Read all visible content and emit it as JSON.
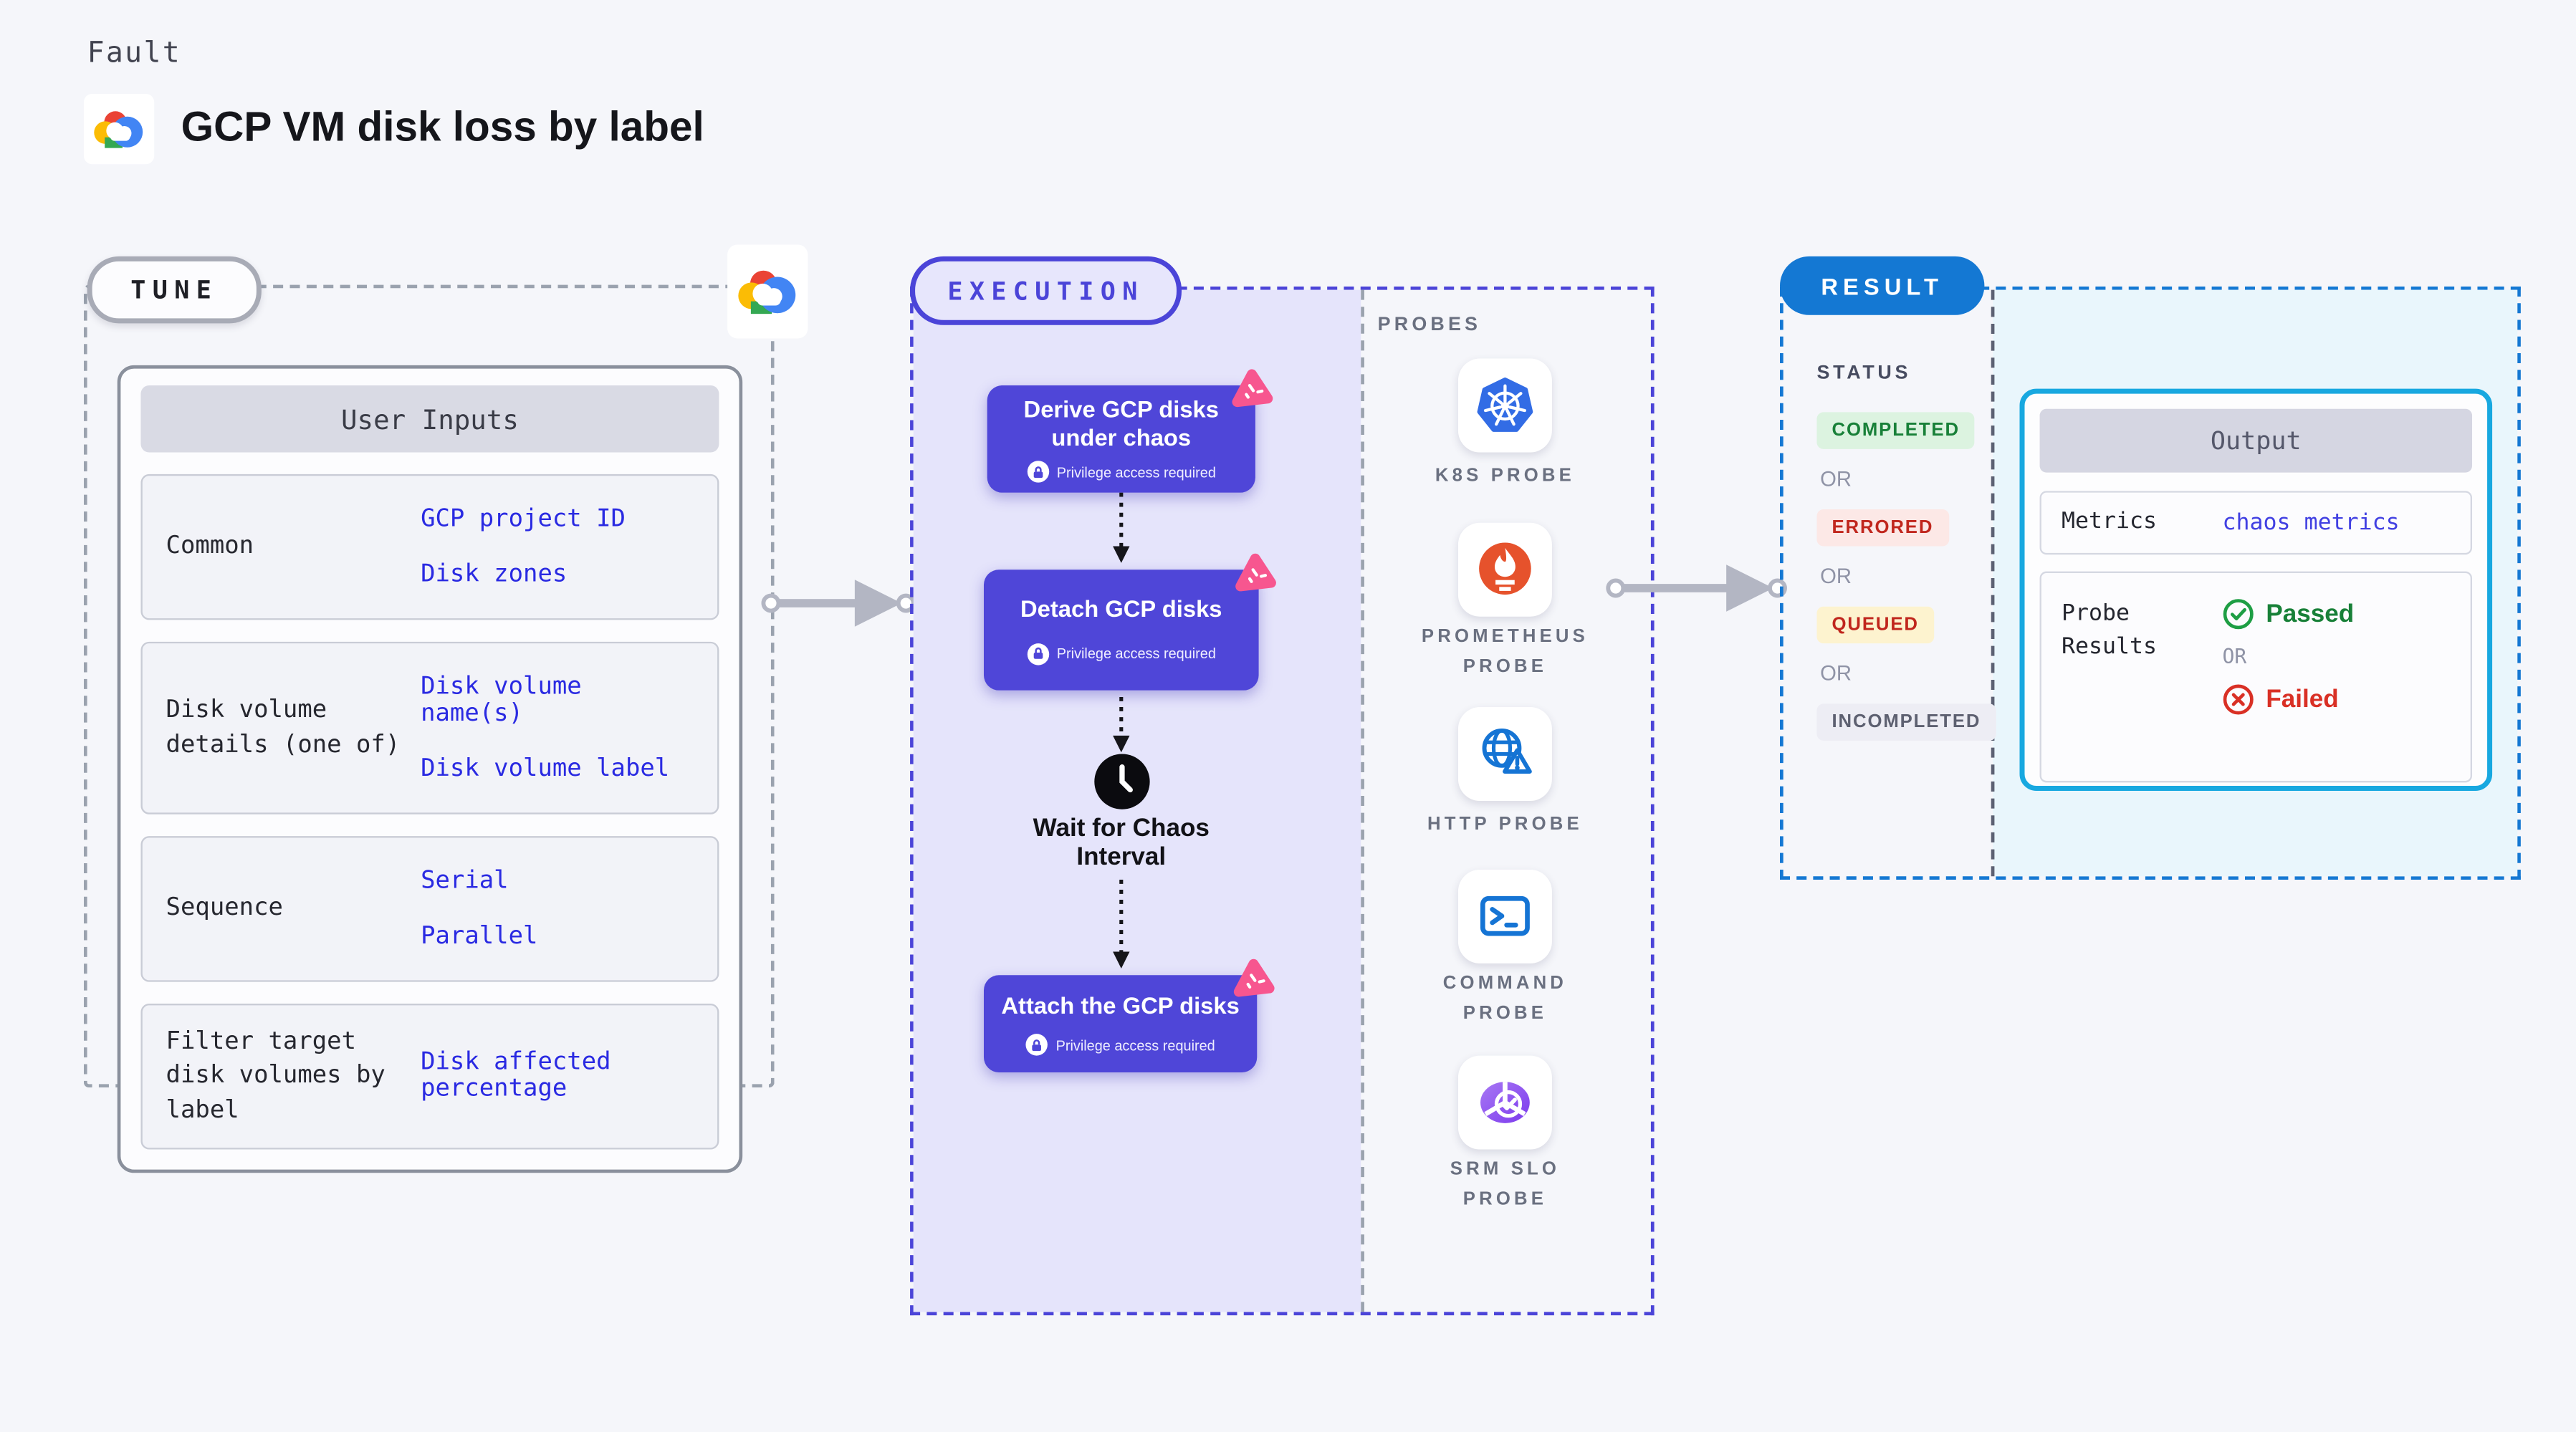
{
  "page": {
    "kicker": "Fault",
    "title": "GCP VM disk loss by label"
  },
  "tune": {
    "label": "TUNE",
    "table": {
      "header": "User Inputs",
      "rows": [
        {
          "label": "Common",
          "values": [
            "GCP project ID",
            "Disk zones"
          ]
        },
        {
          "label": "Disk volume details (one of)",
          "values": [
            "Disk volume name(s)",
            "Disk volume label"
          ]
        },
        {
          "label": "Sequence",
          "values": [
            "Serial",
            "Parallel"
          ]
        },
        {
          "label": "Filter target disk volumes by label",
          "values": [
            "Disk affected percentage"
          ]
        }
      ]
    }
  },
  "execution": {
    "label": "EXECUTION",
    "steps": [
      {
        "title": "Derive GCP disks under chaos",
        "badge": "Privilege access required"
      },
      {
        "title": "Detach GCP disks",
        "badge": "Privilege access required"
      },
      {
        "title": "Wait for Chaos Interval"
      },
      {
        "title": "Attach the GCP disks",
        "badge": "Privilege access required"
      }
    ]
  },
  "probes": {
    "label": "PROBES",
    "items": [
      {
        "name": "K8S PROBE",
        "icon": "kubernetes-icon"
      },
      {
        "name": "PROMETHEUS PROBE",
        "icon": "prometheus-icon"
      },
      {
        "name": "HTTP PROBE",
        "icon": "globe-warning-icon"
      },
      {
        "name": "COMMAND PROBE",
        "icon": "terminal-icon"
      },
      {
        "name": "SRM SLO PROBE",
        "icon": "slo-donut-check-icon"
      }
    ]
  },
  "result": {
    "label": "RESULT",
    "status": {
      "heading": "STATUS",
      "separator": "OR",
      "badges": [
        {
          "text": "COMPLETED",
          "kind": "completed",
          "color": "#188038",
          "bg": "#dcf3e0"
        },
        {
          "text": "ERRORED",
          "kind": "errored",
          "color": "#c0261d",
          "bg": "#fce8e6"
        },
        {
          "text": "QUEUED",
          "kind": "queued",
          "color": "#c0261d",
          "bg": "#fdf3cf"
        },
        {
          "text": "INCOMPLETED",
          "kind": "incompleted",
          "color": "#5d6070",
          "bg": "#ededf4"
        }
      ]
    },
    "output": {
      "header": "Output",
      "metrics_label": "Metrics",
      "metrics_value": "chaos metrics",
      "probe_label": "Probe Results",
      "passed": "Passed",
      "failed": "Failed"
    }
  },
  "colors": {
    "page_bg": "#f5f6fa",
    "execution_accent": "#4b44d8",
    "execution_fill": "#e5e4fb",
    "step_box": "#4f46d8",
    "chaos_pink": "#f7568f",
    "tune_dash": "#9aa2ae",
    "result_blue": "#1478d3",
    "output_border": "#18a8e0",
    "result_fill": "#e9f6fc",
    "link_blue": "#2a2ae2",
    "passed_green": "#188038",
    "failed_red": "#d93025",
    "kubernetes_blue": "#326ce5",
    "prometheus_orange": "#e6522c",
    "probe_icon_blue": "#1574d4",
    "srm_purple": "#8a4bef"
  }
}
